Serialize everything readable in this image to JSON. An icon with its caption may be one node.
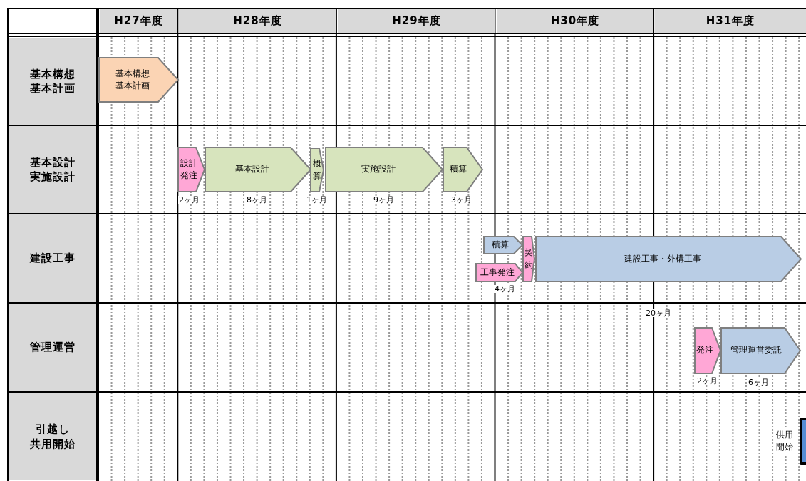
{
  "diagram": {
    "nodes": [
      {
        "text": [
          "基本構想基本計画"
        ]
      },
      {
        "text": [
          "設計発注"
        ],
        "beside": [
          "2ヶ月"
        ]
      },
      {
        "text": [
          "基本設計"
        ],
        "beside": [
          "8ヶ月"
        ]
      },
      {
        "text": [
          "概算"
        ],
        "beside": [
          "1ヶ月"
        ]
      },
      {
        "text": [
          "実施設計"
        ],
        "beside": [
          "9ヶ月"
        ]
      },
      {
        "text": [
          "積算"
        ],
        "beside": [
          "3ヶ月"
        ]
      },
      {
        "text": [
          "積算"
        ]
      },
      {
        "text": [
          "工事発注"
        ],
        "beside": [
          "4ヶ月"
        ]
      },
      {
        "text": [
          "契約"
        ]
      },
      {
        "text": [
          "建設工事・外構工事"
        ],
        "beside": [
          "20ヶ月"
        ]
      },
      {
        "text": [
          "発注"
        ],
        "beside": [
          "2ヶ月"
        ]
      },
      {
        "text": [
          "管理運営委託"
        ],
        "beside": [
          "6ヶ月"
        ]
      },
      {
        "text": [],
        "shape": "box",
        "beside": [
          "供用開始"
        ]
      }
    ],
    "labels": [
      "H27年度",
      "H28年度",
      "H29年度",
      "H30年度",
      "H31年度",
      "基本構想基本計画",
      "基本設計実施設計",
      "建設工事",
      "管理運営",
      "引越し共用開始"
    ]
  }
}
